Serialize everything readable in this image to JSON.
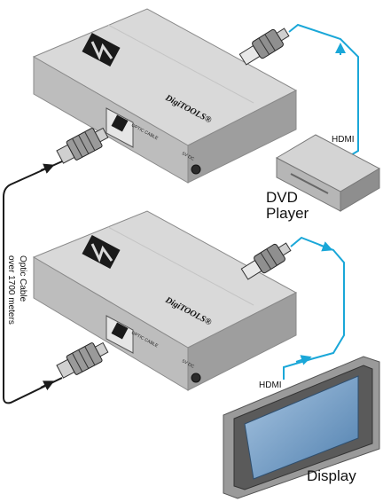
{
  "devices": {
    "transmitter": {
      "brand": "DigiTOOLS®",
      "port_label": "OPTIC CABLE",
      "dc_label": "5V DC"
    },
    "receiver": {
      "brand": "DigiTOOLS®",
      "port_label": "OPTIC CABLE",
      "dc_label": "5V DC"
    }
  },
  "labels": {
    "hdmi_top": "HDMI",
    "hdmi_bottom": "HDMI",
    "dvd_line1": "DVD",
    "dvd_line2": "Player",
    "display": "Display",
    "optic_line1": "Optic Cable",
    "optic_line2": "over 1700 meters"
  },
  "colors": {
    "cable_hdmi": "#1aa7d8",
    "cable_optic": "#1a1a1a",
    "box_top": "#d9d9d9",
    "box_front": "#bdbdbd",
    "box_side": "#9e9e9e",
    "screen": "#7aa1c6"
  }
}
